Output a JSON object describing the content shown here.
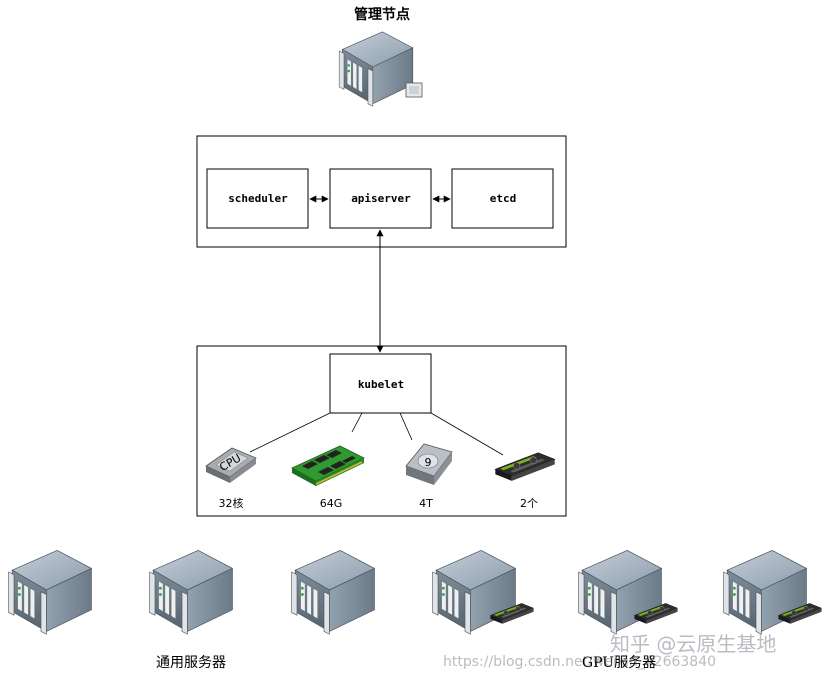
{
  "management": {
    "title": "管理节点"
  },
  "control_plane": {
    "scheduler": "scheduler",
    "apiserver": "apiserver",
    "etcd": "etcd"
  },
  "node": {
    "kubelet": "kubelet",
    "resources": {
      "cpu": {
        "label": "32核",
        "icon": "cpu-chip-icon",
        "chip_text": "CPU"
      },
      "memory": {
        "label": "64G",
        "icon": "memory-stick-icon"
      },
      "disk": {
        "label": "4T",
        "icon": "hard-disk-icon"
      },
      "gpu": {
        "label": "2个",
        "icon": "gpu-card-icon"
      }
    }
  },
  "servers": {
    "general_label": "通用服务器",
    "gpu_label": "GPU服务器"
  },
  "watermark": {
    "zhihu": "知乎 @云原生基地",
    "blog": "https://blog.csdn.net/weixin_42663840"
  },
  "colors": {
    "server_top": "#9ba9b6",
    "server_left": "#5f6e7c",
    "server_right": "#7d8b98",
    "memory_green": "#2f9a2f",
    "gpu_green": "#7ab51d"
  }
}
